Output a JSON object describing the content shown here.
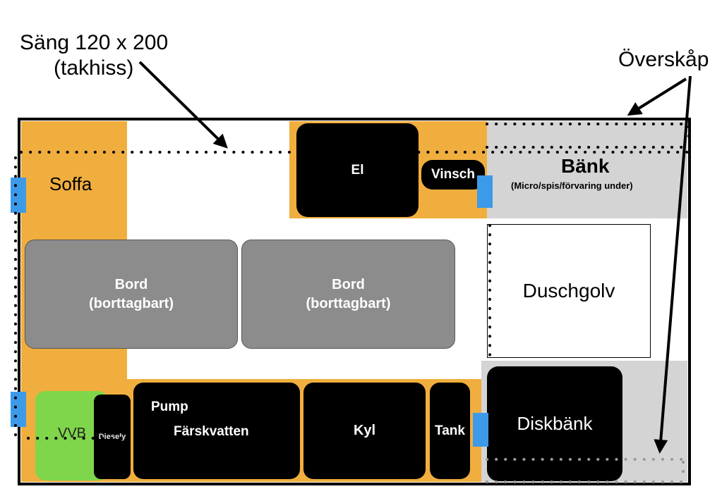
{
  "annotations": {
    "bed_line1": "Säng 120 x 200",
    "bed_line2": "(takhiss)",
    "overhead": "Överskåp"
  },
  "zones": {
    "sofa": "Soffa",
    "el": "El",
    "winch": "Vinsch",
    "counter_title": "Bänk",
    "counter_sub": "(Micro/spis/förvaring under)",
    "shower": "Duschgolv",
    "table1_line1": "Bord",
    "table1_line2": "(borttagbart)",
    "table2_line1": "Bord",
    "table2_line2": "(borttagbart)",
    "water_heater": "VVB",
    "diesel_heater": "Diesely",
    "pump": "Pump",
    "fresh_water": "Färskvatten",
    "fridge": "Kyl",
    "tank": "Tank",
    "sink": "Diskbänk"
  },
  "colors": {
    "sofa": "#f0ae3e",
    "counter": "#d4d4d4",
    "table": "#8c8c8c",
    "appliance": "#000000",
    "window": "#3d9ae8",
    "water_heater": "#7fd64a"
  }
}
